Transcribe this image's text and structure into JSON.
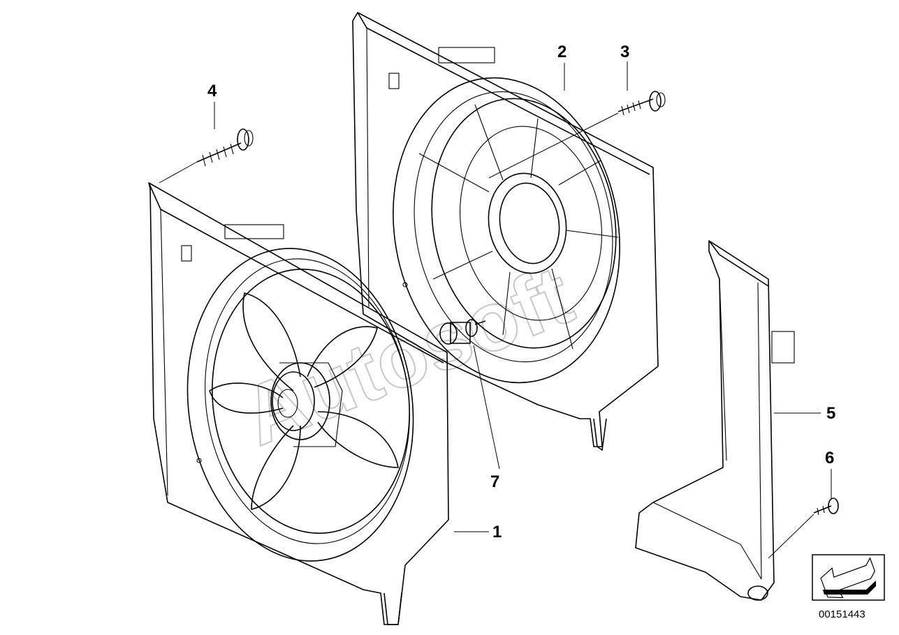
{
  "diagram": {
    "callouts": [
      {
        "id": "1",
        "label": "1"
      },
      {
        "id": "2",
        "label": "2"
      },
      {
        "id": "3",
        "label": "3"
      },
      {
        "id": "4",
        "label": "4"
      },
      {
        "id": "5",
        "label": "5"
      },
      {
        "id": "6",
        "label": "6"
      },
      {
        "id": "7",
        "label": "7"
      }
    ],
    "part_number": "00151443",
    "watermark": "Autosoft",
    "icons": [
      "direction-arrow-icon"
    ]
  }
}
